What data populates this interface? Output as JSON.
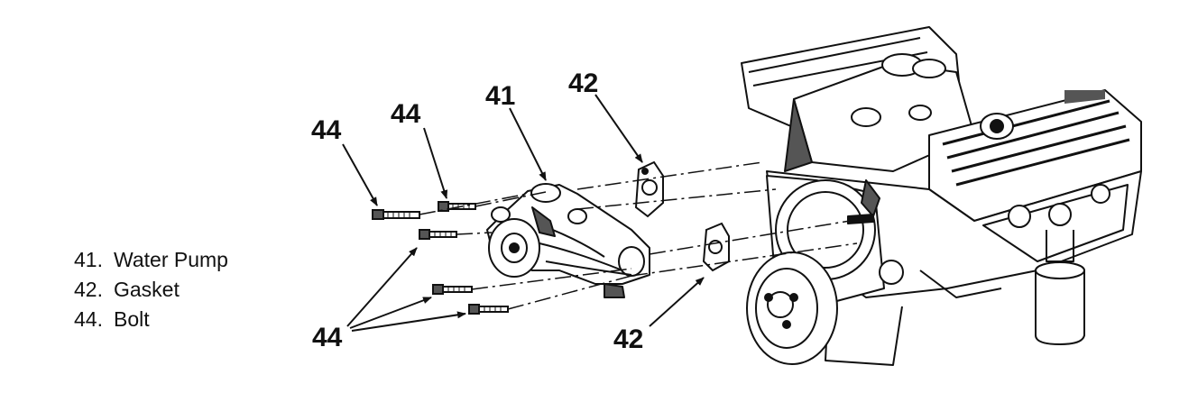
{
  "legend": [
    {
      "number": "41.",
      "label": "Water Pump"
    },
    {
      "number": "42.",
      "label": "Gasket"
    },
    {
      "number": "44.",
      "label": "Bolt"
    }
  ],
  "callouts": {
    "bolt_left": "44",
    "bolt_upper": "44",
    "water_pump": "41",
    "gasket_upper": "42",
    "gasket_lower": "42",
    "bolts_lower": "44"
  },
  "colors": {
    "ink": "#111111",
    "paper": "#ffffff",
    "shade": "#555555"
  }
}
